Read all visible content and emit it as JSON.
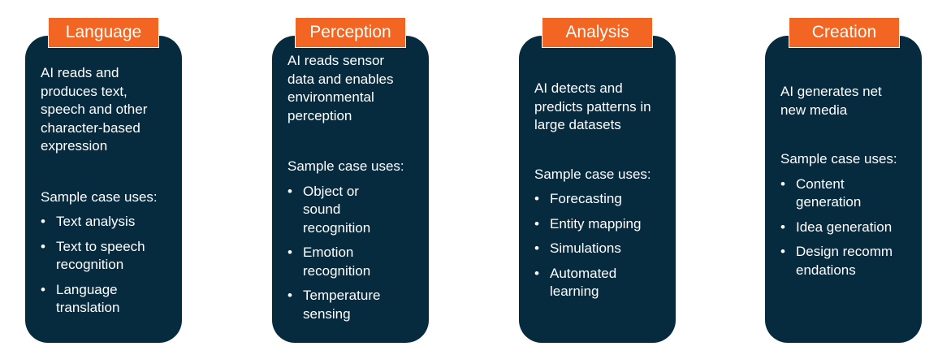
{
  "cards": [
    {
      "title": "Language",
      "description": "AI reads and produces text, speech and other character-based expression",
      "uses_label": "Sample case uses:",
      "uses": [
        "Text analysis",
        "Text to speech recognition",
        "Language translation"
      ]
    },
    {
      "title": "Perception",
      "description": "AI reads sensor data and enables environmental perception",
      "uses_label": "Sample case uses:",
      "uses": [
        "Object  or sound recognition",
        "Emotion recognition",
        "Temperature sensing"
      ]
    },
    {
      "title": "Analysis",
      "description": "AI detects and predicts patterns in large datasets",
      "uses_label": "Sample case uses:",
      "uses": [
        "Forecasting",
        "Entity mapping",
        "Simulations",
        "Automated learning"
      ]
    },
    {
      "title": "Creation",
      "description": "AI generates net new media",
      "uses_label": "Sample case uses:",
      "uses": [
        "Content generation",
        "Idea generation",
        "Design recommendations"
      ]
    }
  ]
}
